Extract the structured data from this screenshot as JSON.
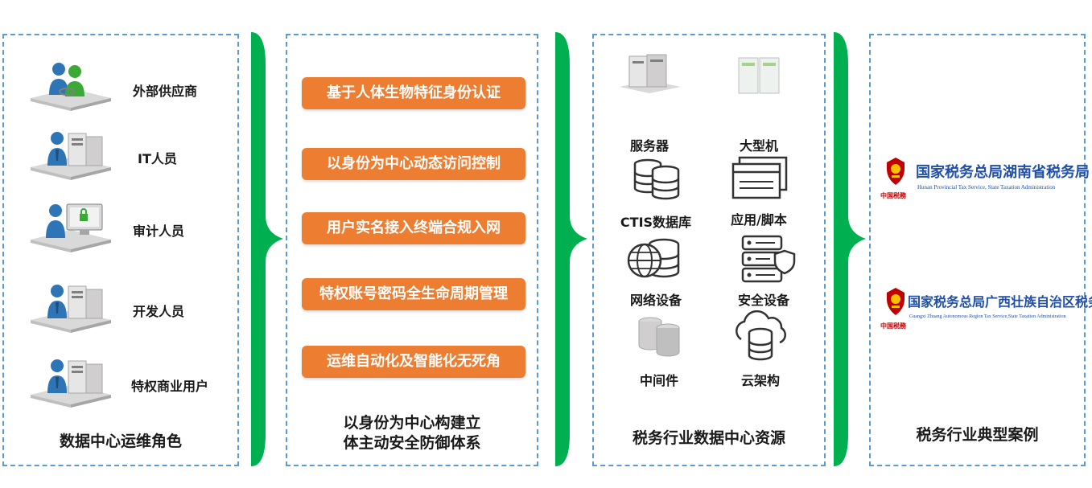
{
  "roles_panel": {
    "title": "数据中心运维角色",
    "items": [
      {
        "label": "外部供应商",
        "icon": "external-supplier-icon"
      },
      {
        "label": "IT人员",
        "icon": "it-staff-icon"
      },
      {
        "label": "审计人员",
        "icon": "auditor-icon"
      },
      {
        "label": "开发人员",
        "icon": "developer-icon"
      },
      {
        "label": "特权商业用户",
        "icon": "privileged-business-user-icon"
      }
    ]
  },
  "security_panel": {
    "title_line1": "以身份为中心构建立",
    "title_line2": "体主动安全防御体系",
    "items": [
      "基于人体生物特征身份认证",
      "以身份为中心动态访问控制",
      "用户实名接入终端合规入网",
      "特权账号密码全生命周期管理",
      "运维自动化及智能化无死角"
    ]
  },
  "resources_panel": {
    "title": "税务行业数据中心资源",
    "items": [
      {
        "label": "服务器",
        "icon": "server-icon"
      },
      {
        "label": "大型机",
        "icon": "mainframe-icon"
      },
      {
        "label": "CTIS数据库",
        "icon": "database-icon"
      },
      {
        "label": "应用/脚本",
        "icon": "application-window-icon"
      },
      {
        "label": "网络设备",
        "icon": "network-globe-icon"
      },
      {
        "label": "安全设备",
        "icon": "security-shield-icon"
      },
      {
        "label": "中间件",
        "icon": "middleware-icon"
      },
      {
        "label": "云架构",
        "icon": "cloud-database-icon"
      }
    ]
  },
  "cases_panel": {
    "title": "税务行业典型案例",
    "items": [
      {
        "name": "国家税务总局湖南省税务局",
        "subtitle": "Hunan Provincial Tax Service,  State Taxation Administration",
        "seal_text": "中国税務"
      },
      {
        "name": "国家税务总局广西壮族自治区税务局",
        "subtitle": "Guangxi Zhuang Autonomous Region Tax Service,State Taxation Administration",
        "seal_text": "中国税務"
      }
    ]
  },
  "colors": {
    "accent_orange": "#ed7d31",
    "arrow_green": "#00b050",
    "border_blue": "#5b9bd5",
    "tax_blue": "#1f4fa8"
  }
}
